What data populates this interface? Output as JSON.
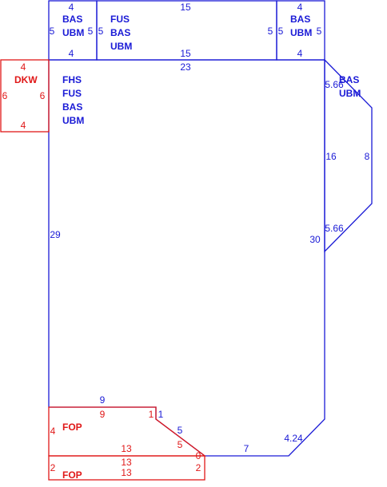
{
  "rooms": {
    "top_left": {
      "codes": [
        "BAS",
        "UBM"
      ],
      "top": "4",
      "bottom": "4",
      "left": "5",
      "right": "5"
    },
    "top_middle": {
      "codes": [
        "FUS",
        "BAS",
        "UBM"
      ],
      "top": "15",
      "bottom": "15",
      "left": "5",
      "right": "5"
    },
    "top_right": {
      "codes": [
        "BAS",
        "UBM"
      ],
      "top": "4",
      "bottom": "4",
      "left": "5",
      "right": "5"
    },
    "main": {
      "codes": [
        "FHS",
        "FUS",
        "BAS",
        "UBM"
      ],
      "top": "23",
      "left": "29",
      "right": "30",
      "bottom": "7",
      "bottom_right_diagonal": "4.24",
      "bottom_left_diagonal": "5",
      "bottom_left_top": "9",
      "bottom_left_drop": "1"
    },
    "right_wing": {
      "codes": [
        "BAS",
        "UBM"
      ],
      "diag_top": "5.66",
      "left": "16",
      "right": "8",
      "diag_bottom": "5.66"
    },
    "dkw": {
      "codes": [
        "DKW"
      ],
      "top": "4",
      "bottom": "4",
      "left": "6",
      "right": "6"
    },
    "fop_upper": {
      "codes": [
        "FOP"
      ],
      "top": "9",
      "left": "4",
      "drop": "1",
      "diagonal": "5",
      "bottom": "13",
      "right": "0"
    },
    "fop_lower": {
      "codes": [
        "FOP"
      ],
      "top": "13",
      "bottom": "13",
      "left": "2",
      "right": "2"
    }
  }
}
